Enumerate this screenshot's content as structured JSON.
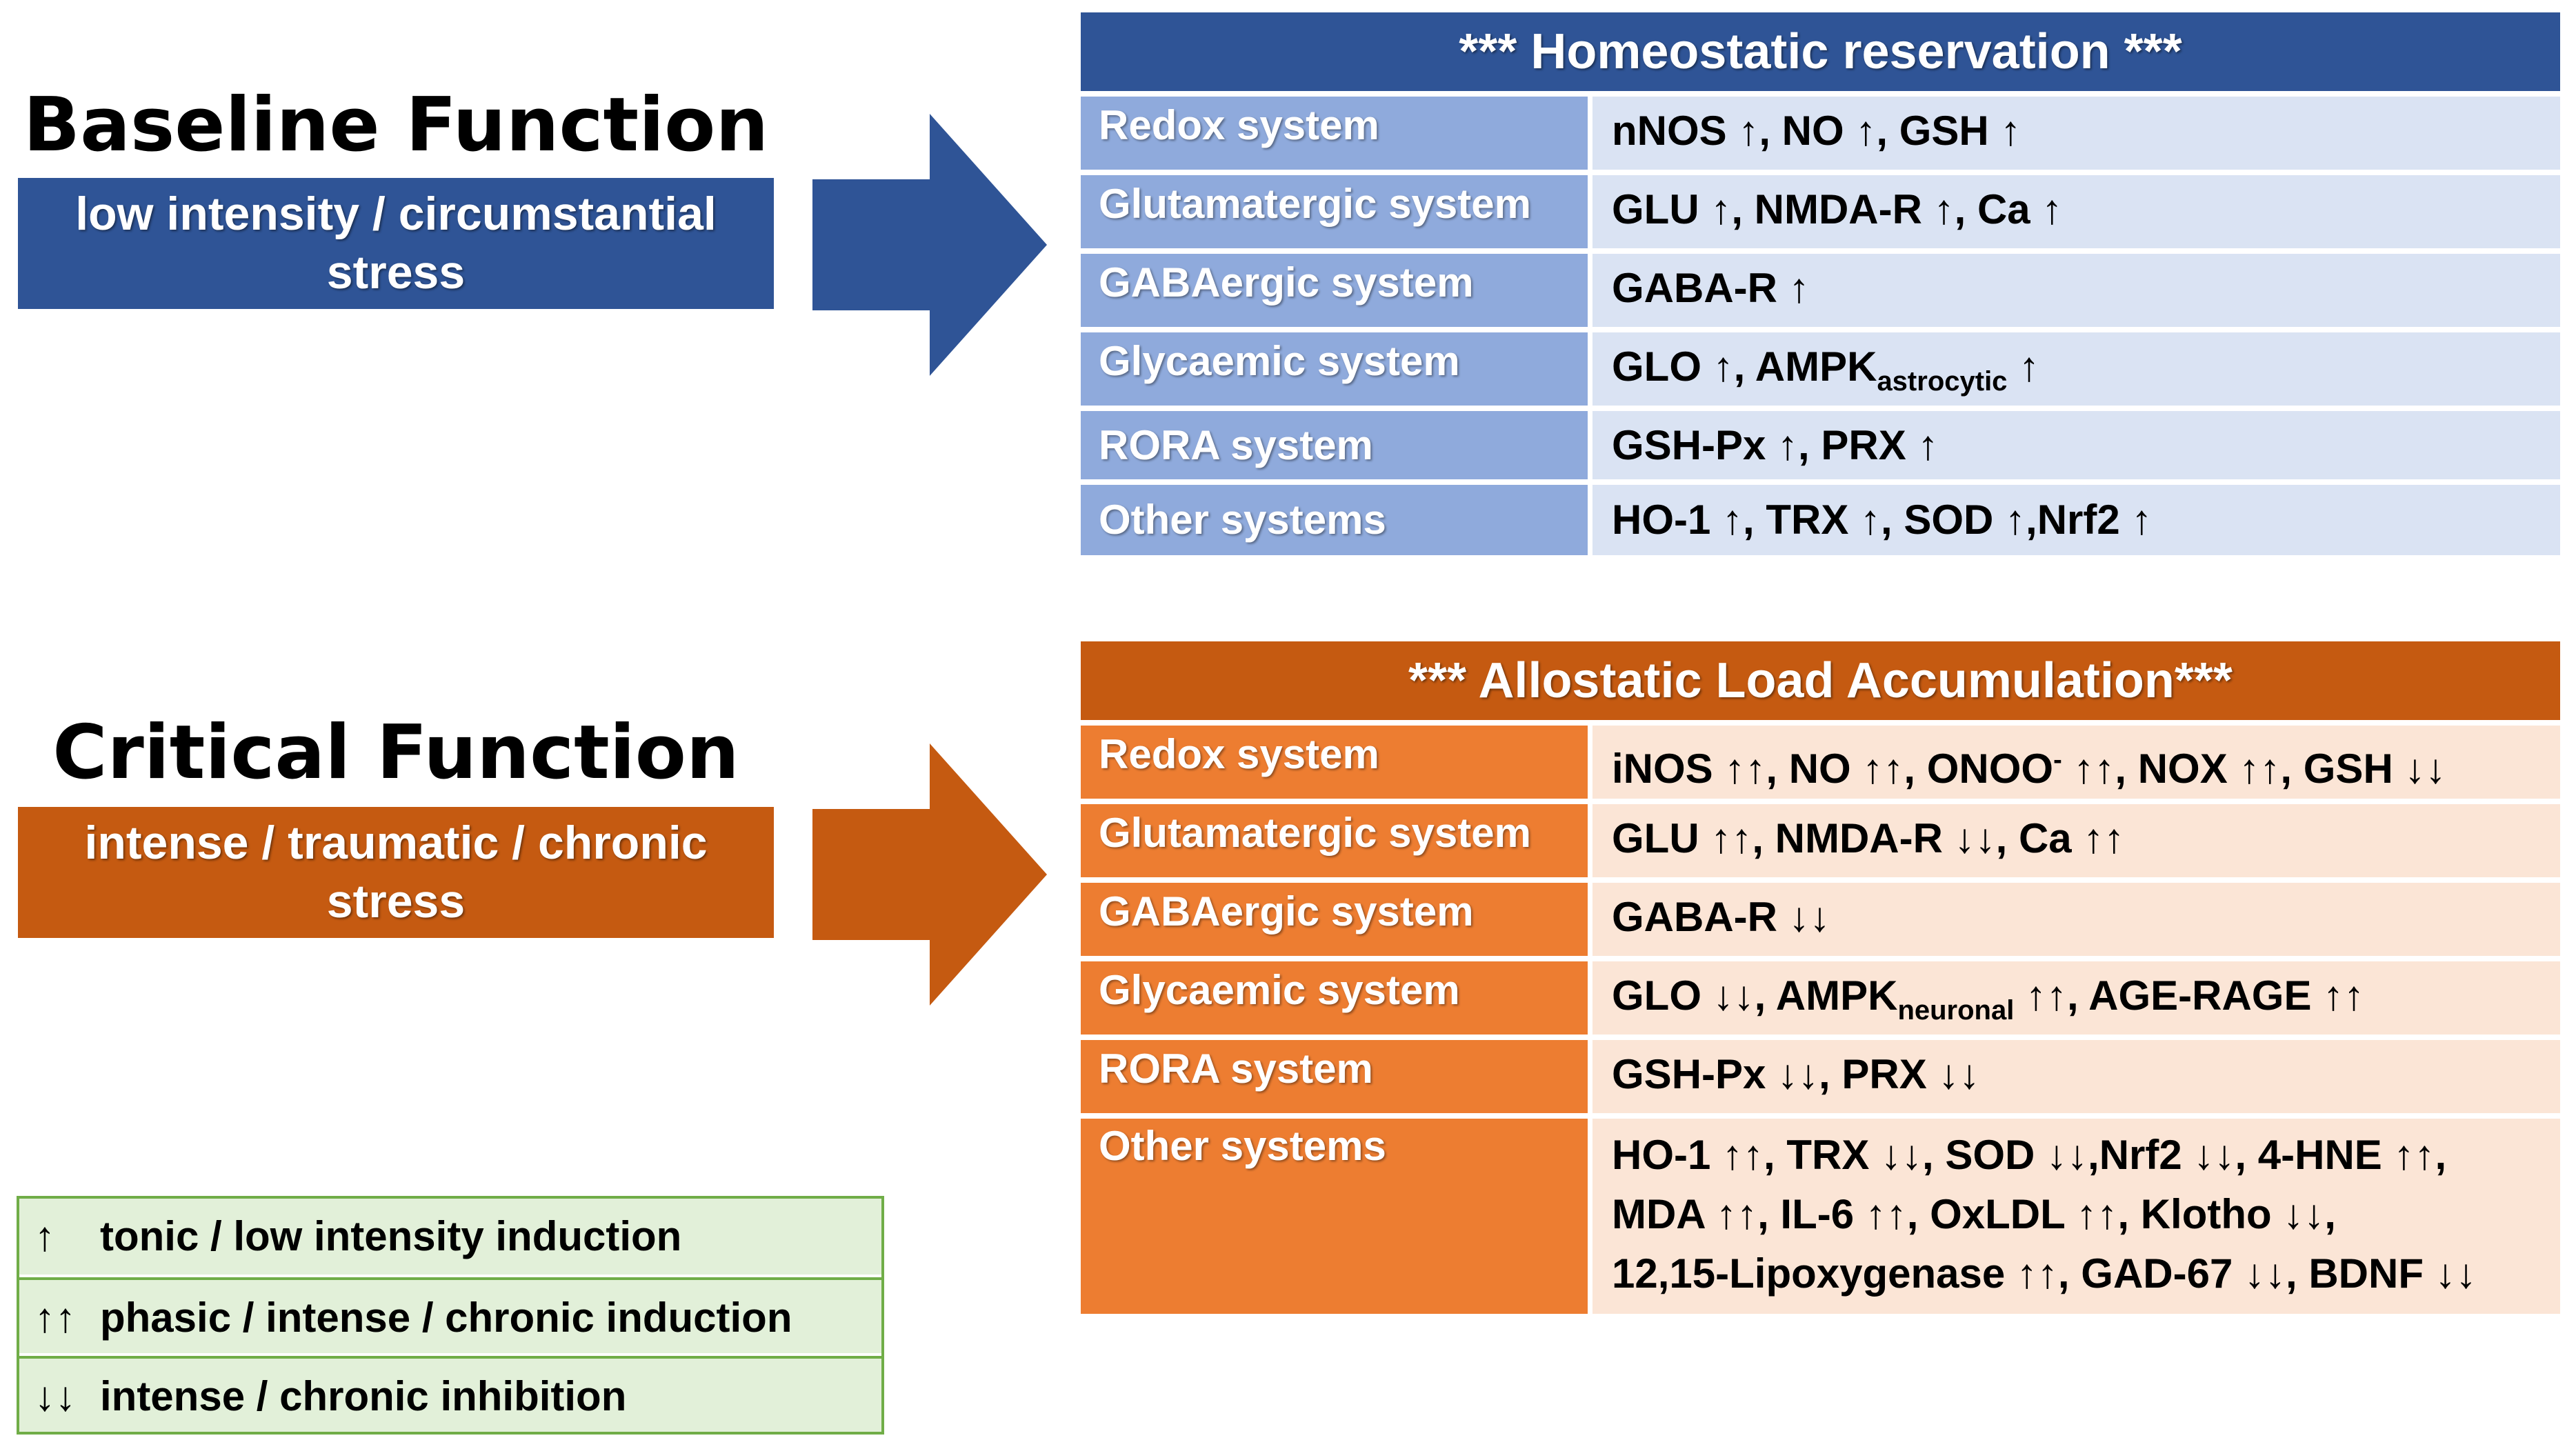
{
  "baseline": {
    "title": "Baseline Function",
    "box_line1": "low intensity / circumstantial",
    "box_line2": "stress",
    "table_title": "*** Homeostatic reservation ***",
    "rows": [
      {
        "system": "Redox system",
        "effects": "nNOS ↑, NO ↑, GSH ↑"
      },
      {
        "system": "Glutamatergic system",
        "effects": "GLU ↑, NMDA-R ↑, Ca ↑"
      },
      {
        "system": "GABAergic system",
        "effects": "GABA-R ↑"
      },
      {
        "system": "Glycaemic system",
        "effects_a": "GLO ↑, AMPK",
        "effects_sub": "astrocytic",
        "effects_b": " ↑"
      },
      {
        "system": "RORA system",
        "effects": "GSH-Px ↑, PRX ↑"
      },
      {
        "system": "Other systems",
        "effects": "HO-1 ↑, TRX ↑, SOD ↑,Nrf2 ↑"
      }
    ]
  },
  "critical": {
    "title": "Critical Function",
    "box_line1": "intense / traumatic / chronic",
    "box_line2": "stress",
    "table_title": "*** Allostatic Load Accumulation***",
    "rows": [
      {
        "system": "Redox system",
        "effects_a": "iNOS ↑↑, NO ↑↑, ONOO",
        "effects_sup": "-",
        "effects_b": " ↑↑, NOX ↑↑, GSH ↓↓"
      },
      {
        "system": "Glutamatergic system",
        "effects": "GLU ↑↑, NMDA-R ↓↓, Ca ↑↑"
      },
      {
        "system": "GABAergic system",
        "effects": "GABA-R ↓↓"
      },
      {
        "system": "Glycaemic system",
        "effects_a": "GLO ↓↓, AMPK",
        "effects_sub": "neuronal",
        "effects_b": " ↑↑, AGE-RAGE ↑↑"
      },
      {
        "system": "RORA system",
        "effects": "GSH-Px ↓↓, PRX ↓↓"
      },
      {
        "system": "Other systems",
        "effects_lines": [
          "HO-1 ↑↑, TRX ↓↓, SOD ↓↓,Nrf2 ↓↓, 4-HNE ↑↑,",
          "MDA ↑↑, IL-6 ↑↑, OxLDL ↑↑, Klotho ↓↓,",
          "12,15-Lipoxygenase ↑↑, GAD-67 ↓↓, BDNF ↓↓"
        ]
      }
    ]
  },
  "legend": [
    {
      "symbol": "↑",
      "text": "tonic / low intensity induction"
    },
    {
      "symbol": "↑↑",
      "text": "phasic / intense / chronic induction"
    },
    {
      "symbol": "↓↓",
      "text": "intense / chronic inhibition"
    }
  ],
  "colors": {
    "blue_dark": "#2f5496",
    "blue_mid": "#8faadc",
    "blue_light": "#dae3f3",
    "orange_dark": "#c55a11",
    "orange_mid": "#ed7d31",
    "orange_light": "#fbe5d6",
    "green_border": "#70ad47",
    "green_fill": "#e2f0d9"
  }
}
